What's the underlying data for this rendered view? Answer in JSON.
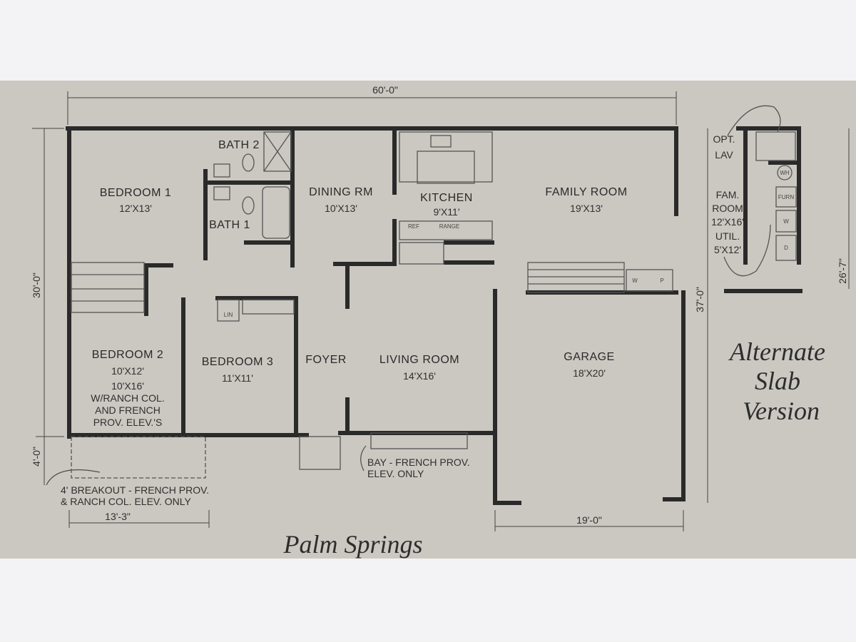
{
  "title": "Palm Springs",
  "alternate_title": [
    "Alternate",
    "Slab",
    "Version"
  ],
  "dimensions": {
    "overall_width": "60'-0\"",
    "left_depth": "30'-0\"",
    "right_depth": "37'-0\"",
    "alt_depth": "26'-7\"",
    "breakout_depth": "4'-0\"",
    "breakout_width": "13'-3\"",
    "garage_width": "19'-0\""
  },
  "rooms": [
    {
      "name": "BEDROOM 1",
      "size": "12'X13'"
    },
    {
      "name": "BATH 2"
    },
    {
      "name": "BATH 1"
    },
    {
      "name": "DINING RM",
      "size": "10'X13'"
    },
    {
      "name": "KITCHEN",
      "size": "9'X11'"
    },
    {
      "name": "FAMILY ROOM",
      "size": "19'X13'"
    },
    {
      "name": "BEDROOM 2",
      "size": "10'X12'",
      "notes": [
        "10'X16'",
        "W/RANCH COL.",
        "AND FRENCH",
        "PROV. ELEV.'S"
      ]
    },
    {
      "name": "BEDROOM 3",
      "size": "11'X11'"
    },
    {
      "name": "FOYER"
    },
    {
      "name": "LIVING ROOM",
      "size": "14'X16'"
    },
    {
      "name": "GARAGE",
      "size": "18'X20'"
    }
  ],
  "fixtures": {
    "lin": "LIN",
    "ref": "REF",
    "range": "RANGE",
    "w": "W",
    "p": "P"
  },
  "notes": {
    "breakout": [
      "4' BREAKOUT - FRENCH PROV.",
      "& RANCH COL. ELEV. ONLY"
    ],
    "bay": [
      "BAY - FRENCH PROV.",
      "ELEV. ONLY"
    ]
  },
  "alternate": {
    "opt_lav": [
      "OPT.",
      "LAV"
    ],
    "fam_room": [
      "FAM.",
      "ROOM",
      "12'X16'"
    ],
    "util": [
      "UTIL.",
      "5'X12'"
    ],
    "wh": "WH",
    "furn": "FURN",
    "w": "W",
    "d": "D"
  }
}
